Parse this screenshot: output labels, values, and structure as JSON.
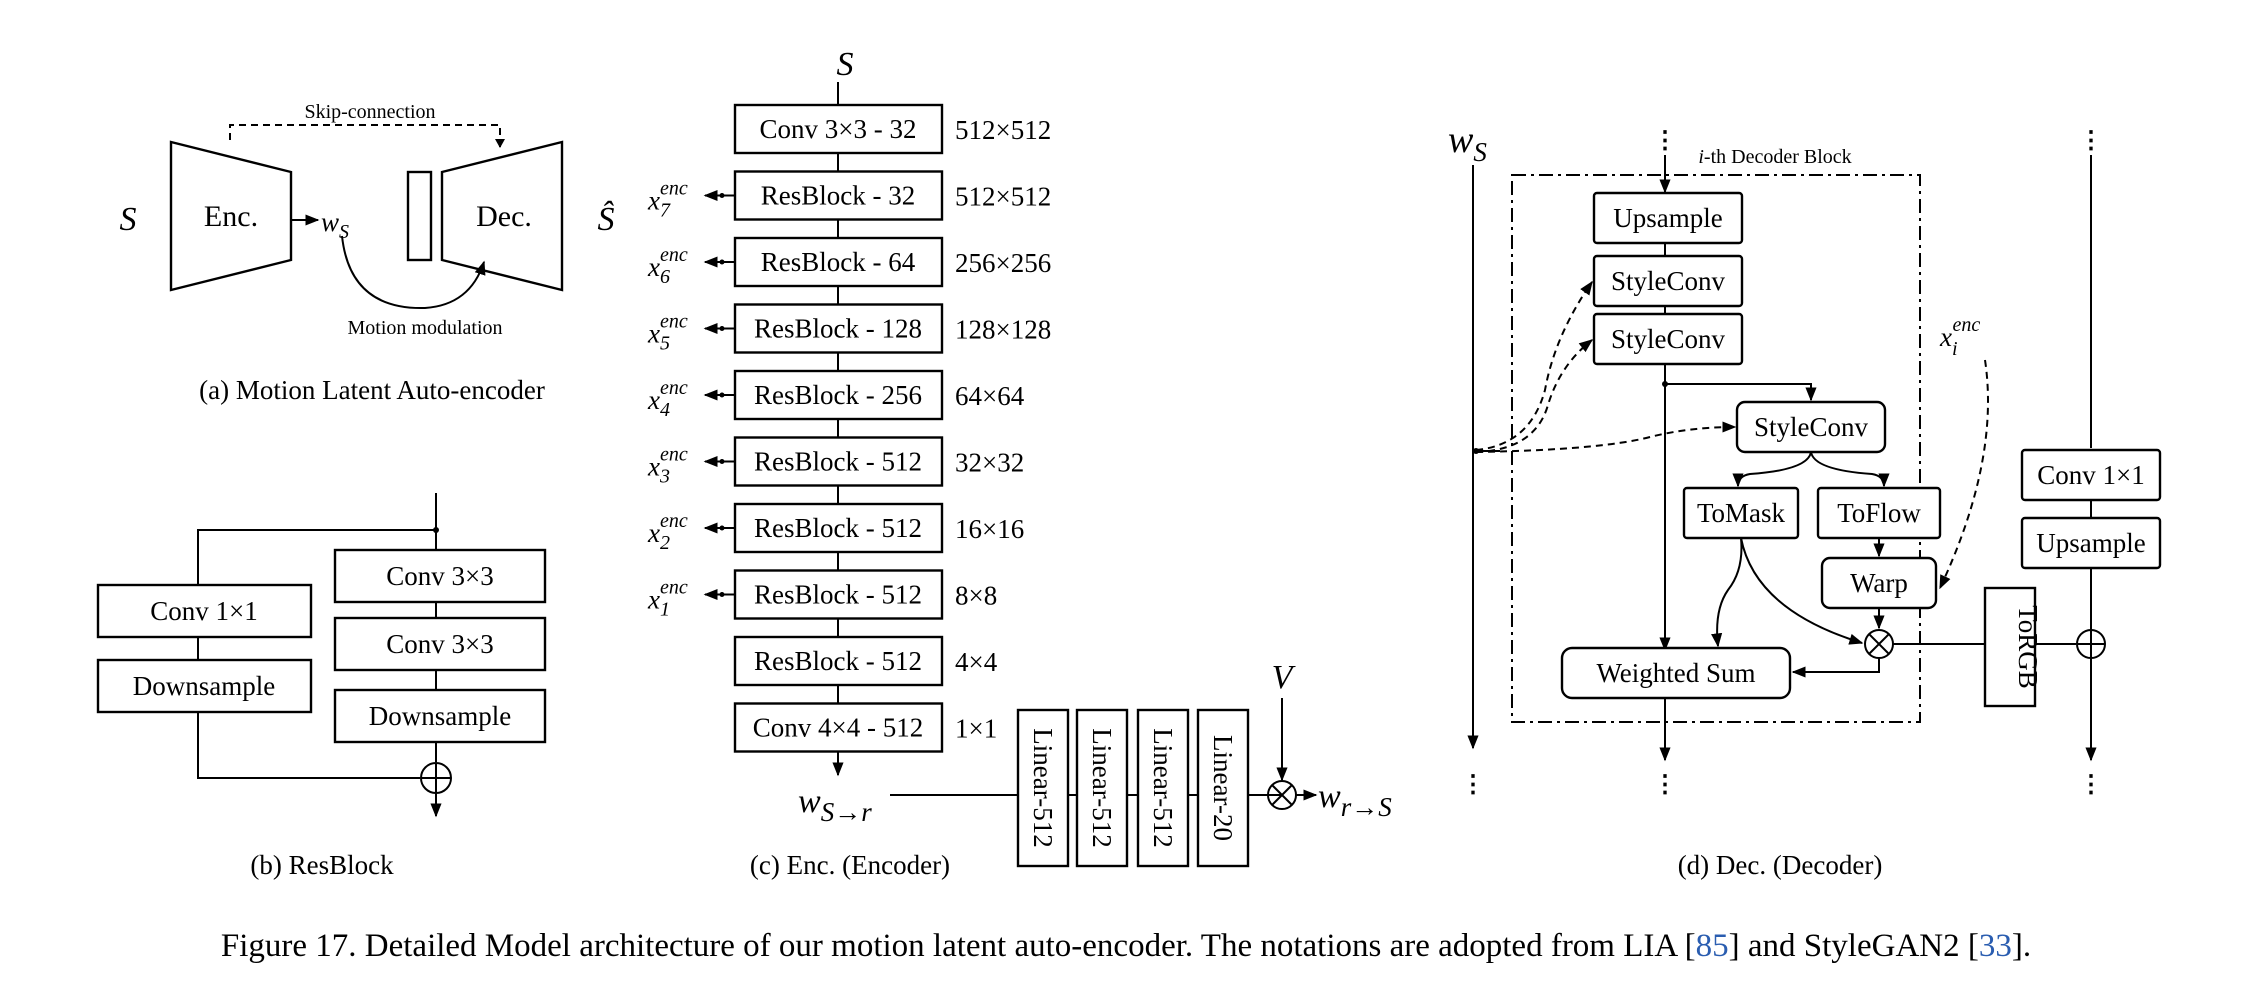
{
  "panel_a": {
    "caption": "(a) Motion Latent Auto-encoder",
    "skip_label": "Skip-connection",
    "motion_label": "Motion modulation",
    "enc_label": "Enc.",
    "dec_label": "Dec.",
    "input": "S",
    "output": "Ŝ",
    "latent": "w",
    "latent_sub": "S"
  },
  "panel_b": {
    "caption": "(b) ResBlock",
    "left_blocks": [
      "Conv 1×1",
      "Downsample"
    ],
    "right_blocks": [
      "Conv 3×3",
      "Conv 3×3",
      "Downsample"
    ]
  },
  "panel_c": {
    "caption": "(c) Enc. (Encoder)",
    "input": "S",
    "rows": [
      {
        "block": "Conv 3×3 - 32",
        "size": "512×512",
        "feat": ""
      },
      {
        "block": "ResBlock - 32",
        "size": "512×512",
        "feat": "7"
      },
      {
        "block": "ResBlock - 64",
        "size": "256×256",
        "feat": "6"
      },
      {
        "block": "ResBlock - 128",
        "size": "128×128",
        "feat": "5"
      },
      {
        "block": "ResBlock - 256",
        "size": "64×64",
        "feat": "4"
      },
      {
        "block": "ResBlock - 512",
        "size": "32×32",
        "feat": "3"
      },
      {
        "block": "ResBlock - 512",
        "size": "16×16",
        "feat": "2"
      },
      {
        "block": "ResBlock - 512",
        "size": "8×8",
        "feat": "1"
      },
      {
        "block": "ResBlock - 512",
        "size": "4×4",
        "feat": ""
      },
      {
        "block": "Conv 4×4 - 512",
        "size": "1×1",
        "feat": ""
      }
    ],
    "feat_base": "x",
    "feat_sup": "enc",
    "linears": [
      "Linear-512",
      "Linear-512",
      "Linear-512",
      "Linear-20"
    ],
    "w_in": "w",
    "w_in_sub": "S→r",
    "v_label": "V",
    "w_out": "w",
    "w_out_sub": "r→S"
  },
  "panel_d": {
    "caption": "(d) Dec. (Decoder)",
    "ws": "w",
    "ws_sub": "S",
    "block_title_i": "i",
    "block_title_rest": "-th Decoder Block",
    "upsample": "Upsample",
    "styleconv_1": "StyleConv",
    "styleconv_2": "StyleConv",
    "styleconv_3": "StyleConv",
    "tomask": "ToMask",
    "toflow": "ToFlow",
    "warp": "Warp",
    "weighted_sum": "Weighted Sum",
    "torgb": "ToRGB",
    "conv1x1": "Conv 1×1",
    "upsample_right": "Upsample",
    "xi": "x",
    "xi_sub": "i",
    "xi_sup": "enc",
    "ellipsis": "⋮"
  },
  "caption": {
    "prefix": "Figure 17. Detailed Model architecture of our motion latent auto-encoder. The notations are adopted from LIA [",
    "ref1": "85",
    "middle": "] and StyleGAN2 [",
    "ref2": "33",
    "suffix": "]."
  },
  "colors": {
    "line": "#000000",
    "ref_link": "#2a5db0",
    "background": "#ffffff"
  }
}
